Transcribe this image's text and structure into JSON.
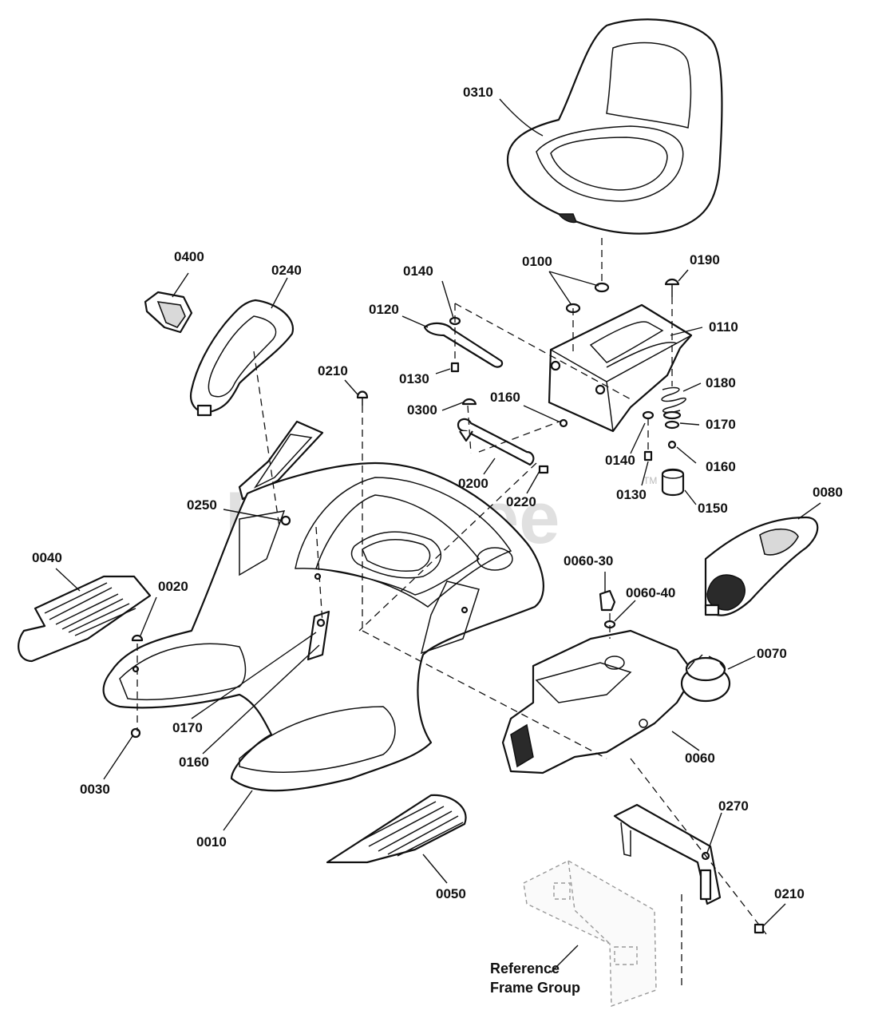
{
  "watermark": {
    "text": "PartsTree",
    "mark": "TM"
  },
  "labels": {
    "l0310": "0310",
    "l0400": "0400",
    "l0240": "0240",
    "l0140a": "0140",
    "l0120": "0120",
    "l0130a": "0130",
    "l0100": "0100",
    "l0190": "0190",
    "l0110": "0110",
    "l0180": "0180",
    "l0170a": "0170",
    "l0160a": "0160",
    "l0150": "0150",
    "l0140b": "0140",
    "l0130b": "0130",
    "l0160b": "0160",
    "l0210a": "0210",
    "l0300": "0300",
    "l0200": "0200",
    "l0220": "0220",
    "l0250": "0250",
    "l0080": "0080",
    "l0040": "0040",
    "l0020": "0020",
    "l0060_30": "0060-30",
    "l0060_40": "0060-40",
    "l0070": "0070",
    "l0060": "0060",
    "l0170b": "0170",
    "l0160c": "0160",
    "l0030": "0030",
    "l0010": "0010",
    "l0050": "0050",
    "l0270": "0270",
    "l0210b": "0210",
    "ref_line1": "Reference",
    "ref_line2": "Frame Group"
  }
}
